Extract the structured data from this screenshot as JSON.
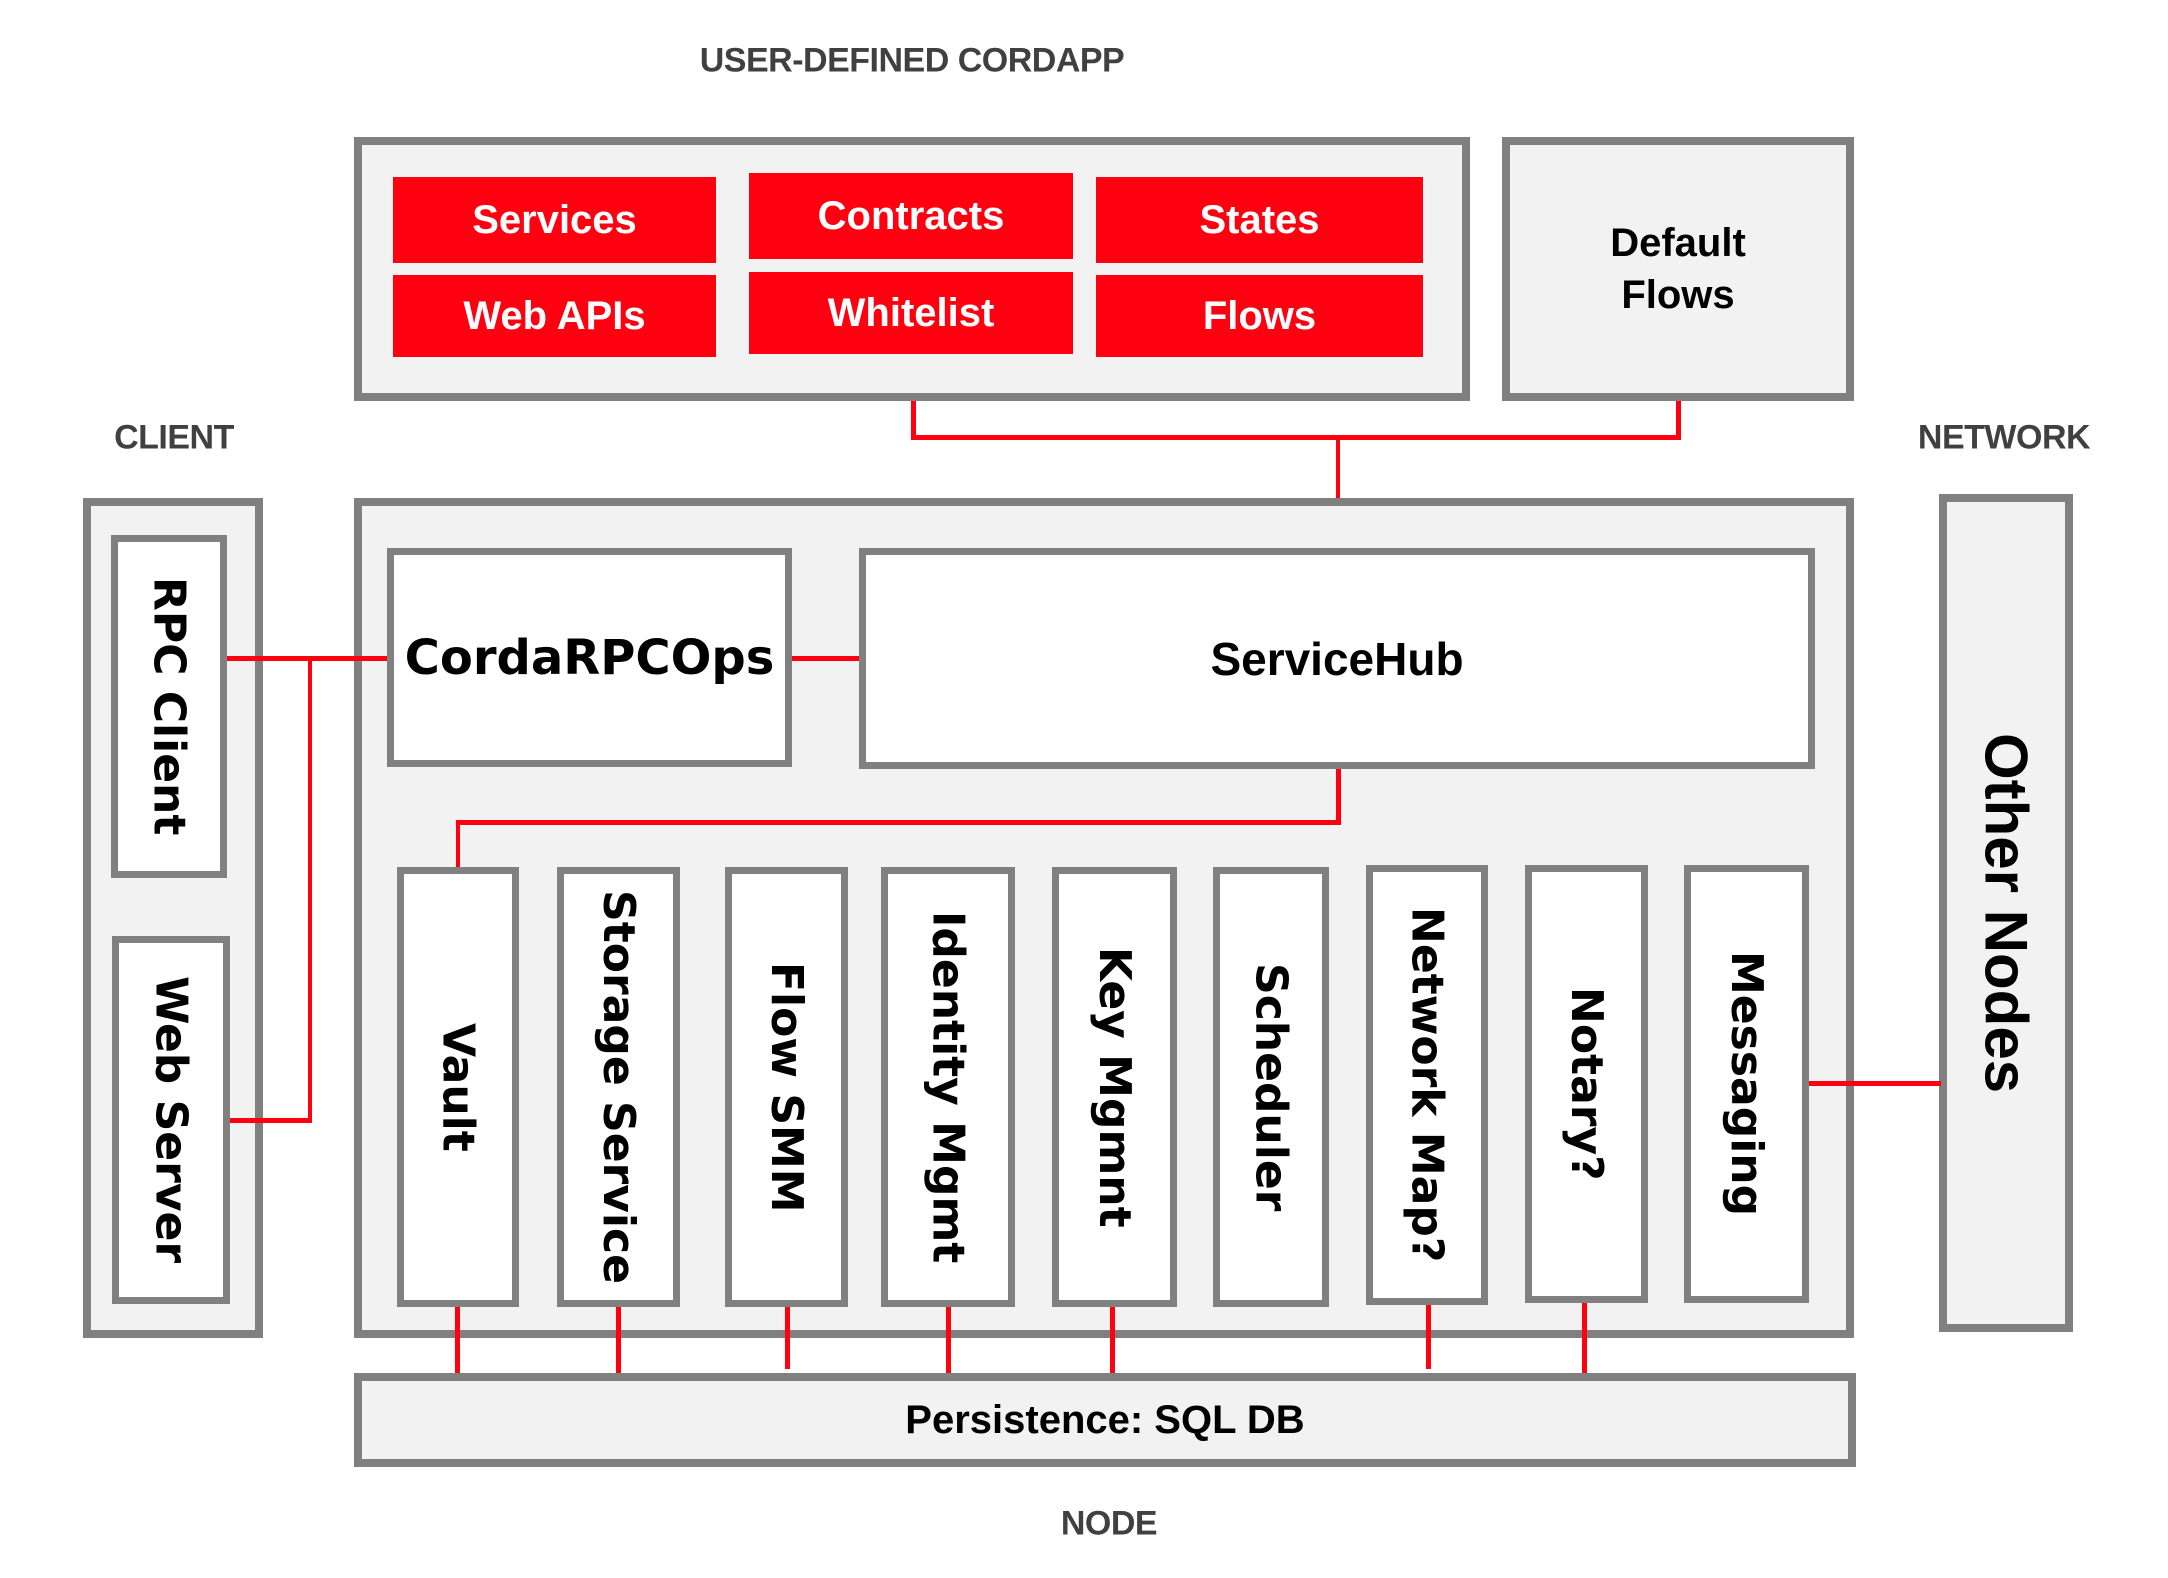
{
  "labels": {
    "cordapp": "USER-DEFINED CORDAPP",
    "client": "CLIENT",
    "network": "NETWORK",
    "node": "NODE"
  },
  "cordapp": {
    "components": [
      "Services",
      "Contracts",
      "States",
      "Web APIs",
      "Whitelist",
      "Flows"
    ],
    "default_flows": "Default\nFlows"
  },
  "client": {
    "rpc_client": "RPC Client",
    "web_server": "Web Server"
  },
  "node": {
    "rpc_ops": "CordaRPCOps",
    "service_hub": "ServiceHub",
    "services": [
      "Vault",
      "Storage Service",
      "Flow SMM",
      "Identity Mgmt",
      "Key Mgmnt",
      "Scheduler",
      "Network Map?",
      "Notary?",
      "Messaging"
    ],
    "persistence": "Persistence: SQL DB"
  },
  "network": {
    "other_nodes": "Other Nodes"
  },
  "colors": {
    "accent_red": "#ff0010",
    "border_grey": "#808080",
    "panel_fill": "#f2f2f2",
    "label_grey": "#404040"
  }
}
